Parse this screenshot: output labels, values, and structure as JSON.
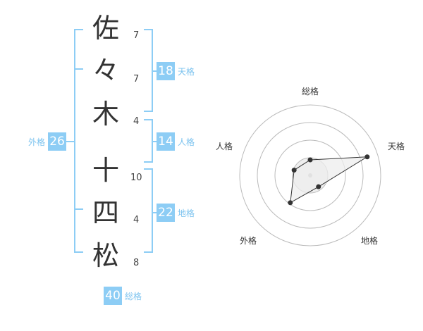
{
  "name_chars": [
    {
      "char": "佐",
      "strokes": "7"
    },
    {
      "char": "々",
      "strokes": "7"
    },
    {
      "char": "木",
      "strokes": "4"
    },
    {
      "char": "十",
      "strokes": "10"
    },
    {
      "char": "四",
      "strokes": "4"
    },
    {
      "char": "松",
      "strokes": "8"
    }
  ],
  "kaku": {
    "tenkaku": {
      "value": "18",
      "label": "天格"
    },
    "jinkaku": {
      "value": "14",
      "label": "人格"
    },
    "chikaku": {
      "value": "22",
      "label": "地格"
    },
    "gaikaku": {
      "value": "26",
      "label": "外格"
    },
    "soukaku": {
      "value": "40",
      "label": "総格"
    }
  },
  "radar": {
    "axes": [
      {
        "label": "総格",
        "value": 0.22
      },
      {
        "label": "天格",
        "value": 0.85
      },
      {
        "label": "地格",
        "value": 0.2
      },
      {
        "label": "外格",
        "value": 0.48
      },
      {
        "label": "人格",
        "value": 0.24
      }
    ],
    "rings": 4
  },
  "colors": {
    "accent": "#8dcdf5",
    "label": "#7cc3ef",
    "ring": "#bbbbbb",
    "polygon_fill": "#eeeeee",
    "polygon_stroke": "#333333"
  }
}
